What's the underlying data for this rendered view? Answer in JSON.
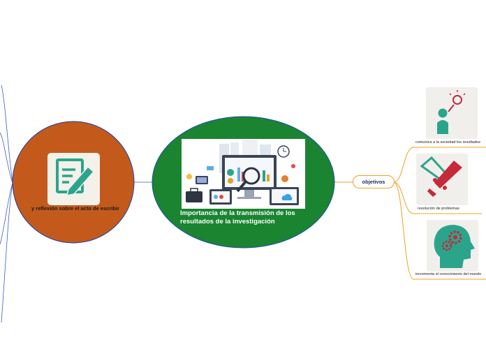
{
  "central_topic": {
    "title": "Importancia de la transmisión de los resultados de la investigación"
  },
  "left_topic": {
    "label": "y reflexión sobre el acto de escribir"
  },
  "objectives": {
    "label": "objetivos",
    "children": [
      {
        "label": "comunica a la sociedad los resultados",
        "icon": "person-idea-icon"
      },
      {
        "label": "resolución de problemas",
        "icon": "handshake-icon"
      },
      {
        "label": "incrementa el conocimiento del mundo",
        "icon": "head-gears-icon"
      }
    ]
  },
  "colors": {
    "central_fill": "#1a8431",
    "central_border": "#1f4fa5",
    "left_fill": "#c35a1c",
    "left_border": "#1f3fa5",
    "connector_blue": "#3a5fc8",
    "connector_orange": "#f0a020",
    "icon_teal": "#2aa58c",
    "icon_red": "#c42a3a"
  }
}
